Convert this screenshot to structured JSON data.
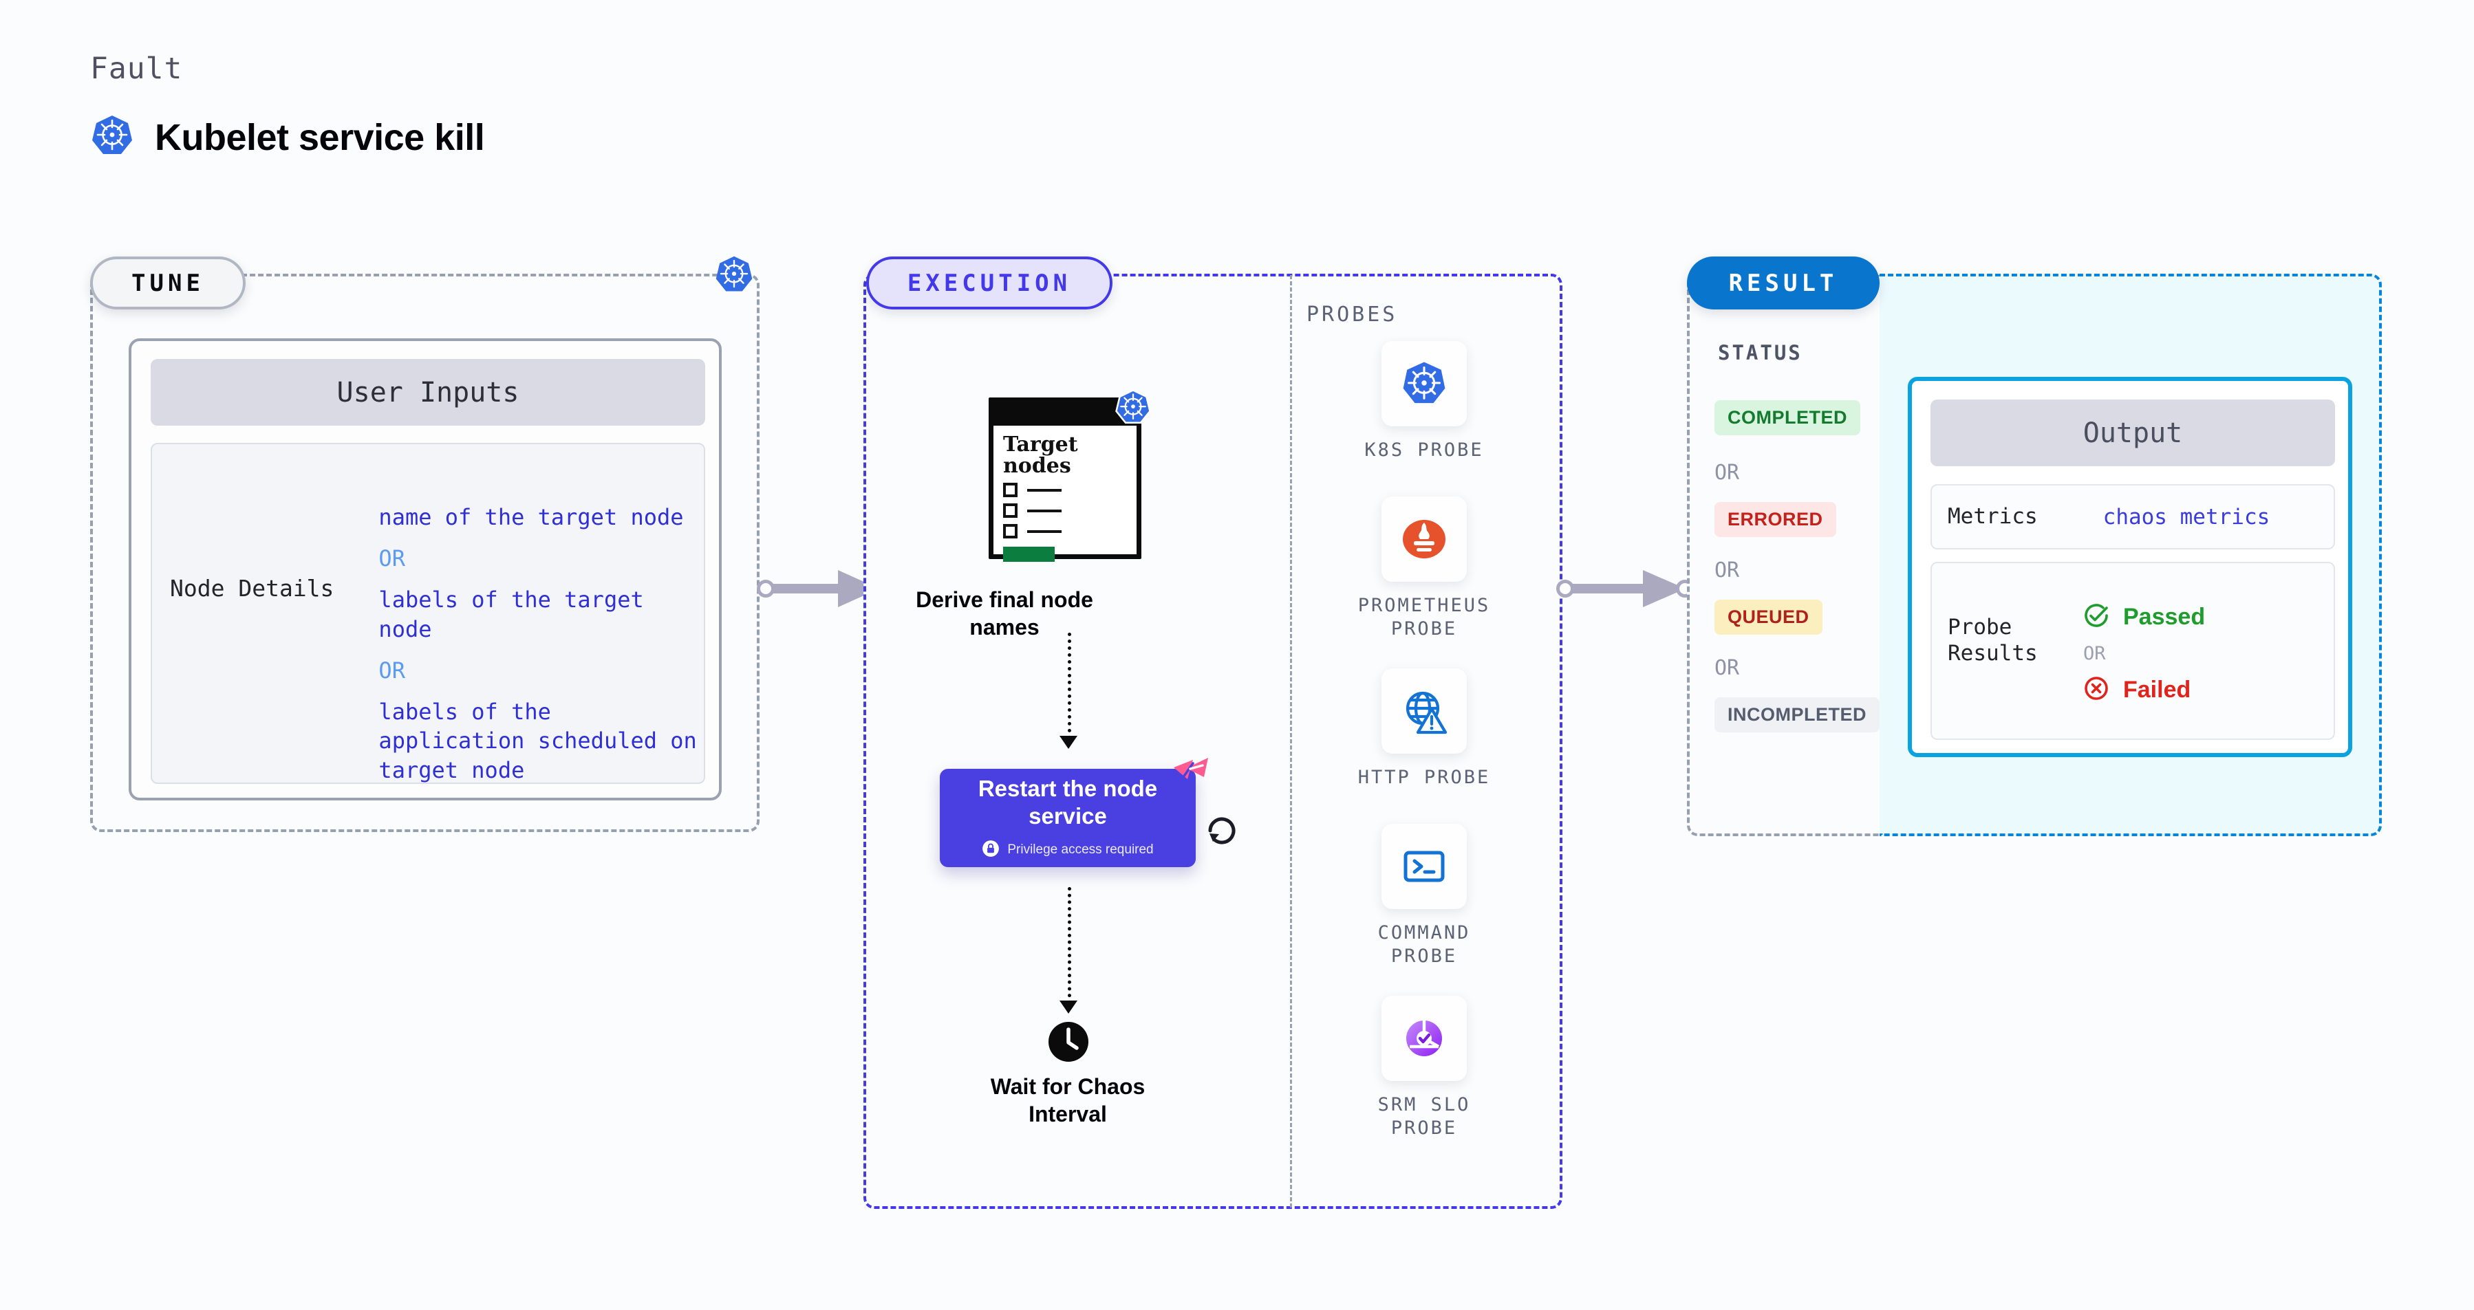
{
  "header": {
    "eyebrow": "Fault",
    "title": "Kubelet service kill",
    "icon": "kubernetes-icon"
  },
  "tune": {
    "pill_label": "TUNE",
    "badge_icon": "kubernetes-icon",
    "card": {
      "header": "User Inputs",
      "row_label": "Node Details",
      "values": [
        "name of the target node",
        "labels of the target node",
        "labels of the application scheduled on target node"
      ],
      "or_label": "OR"
    }
  },
  "execution": {
    "pill_label": "EXECUTION",
    "steps": {
      "target_card_title": "Target nodes",
      "target_card_icon": "kubernetes-icon",
      "derive_label": "Derive final node names",
      "restart_title": "Restart the node service",
      "restart_sub": "Privilege access required",
      "restart_sub_icon": "lock-icon",
      "restart_fault_icon": "harness-chaos-icon",
      "restart_loop_icon": "loop-refresh-icon",
      "wait_icon": "clock-icon",
      "wait_label": "Wait for Chaos Interval"
    },
    "probes_label": "PROBES",
    "probes": [
      {
        "name": "K8S PROBE",
        "icon": "kubernetes-icon"
      },
      {
        "name": "PROMETHEUS PROBE",
        "icon": "prometheus-icon"
      },
      {
        "name": "HTTP PROBE",
        "icon": "globe-warning-icon"
      },
      {
        "name": "COMMAND PROBE",
        "icon": "terminal-icon"
      },
      {
        "name": "SRM SLO PROBE",
        "icon": "srm-slo-donut-icon"
      }
    ]
  },
  "result": {
    "pill_label": "RESULT",
    "status_label": "STATUS",
    "or_label": "OR",
    "statuses": [
      {
        "label": "COMPLETED",
        "bg": "#d9f5df",
        "fg": "#137a2e"
      },
      {
        "label": "ERRORED",
        "bg": "#fde6e6",
        "fg": "#c6201a"
      },
      {
        "label": "QUEUED",
        "bg": "#fcefbf",
        "fg": "#b0211a"
      },
      {
        "label": "INCOMPLETED",
        "bg": "#eff1f5",
        "fg": "#555c6e"
      }
    ],
    "output": {
      "header": "Output",
      "metrics_key": "Metrics",
      "metrics_value": "chaos metrics",
      "probe_results_key": "Probe\nResults",
      "passed_label": "Passed",
      "passed_icon": "check-circle-icon",
      "failed_label": "Failed",
      "failed_icon": "x-circle-icon",
      "or_label": "OR"
    }
  },
  "colors": {
    "accent_purple": "#4338ea",
    "accent_blue": "#0a75cc",
    "accent_cyan": "#0aa3e0",
    "k8s_blue": "#326ce5",
    "fault_pink": "#ff5b91",
    "pass_green": "#1f9c2e",
    "fail_red": "#e0241c"
  }
}
